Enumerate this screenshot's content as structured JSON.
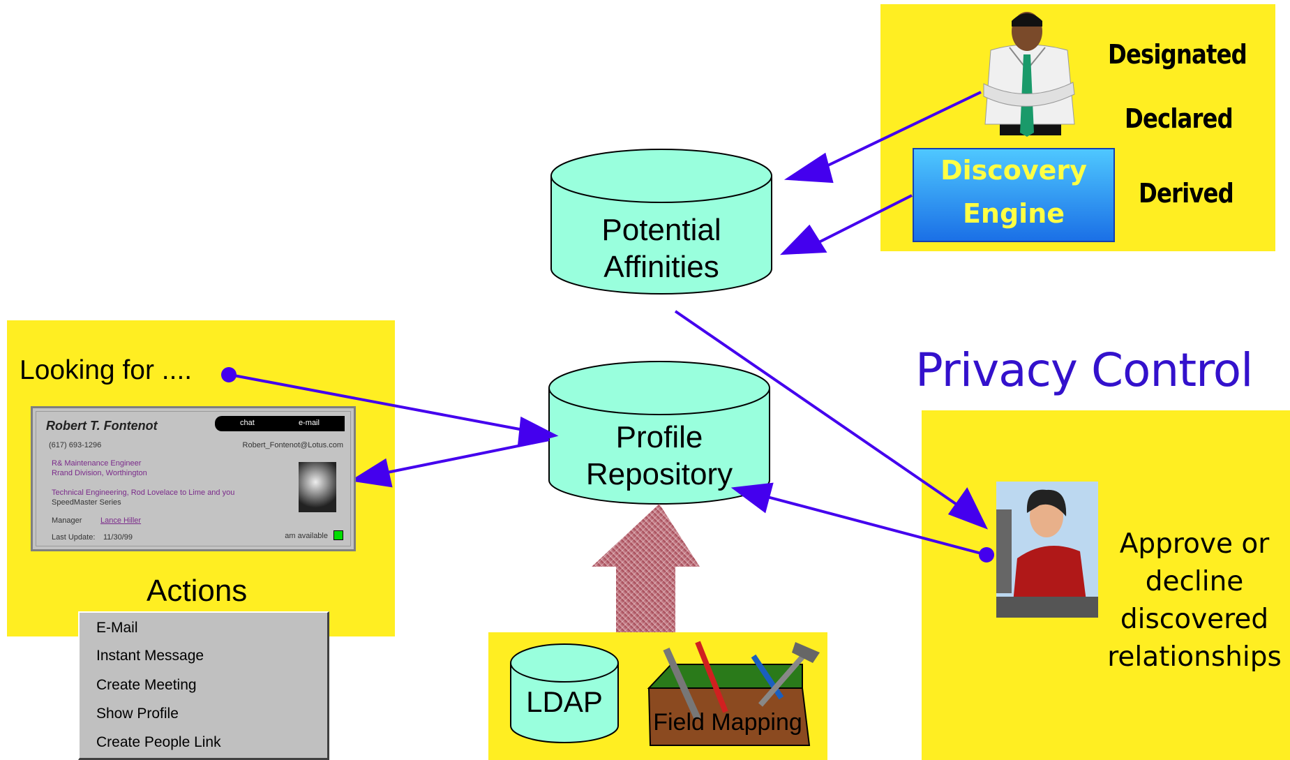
{
  "top_panel": {
    "designated": "Designated",
    "declared": "Declared",
    "derived": "Derived",
    "discovery_line1": "Discovery",
    "discovery_line2": "Engine"
  },
  "cylinders": {
    "potential_line1": "Potential",
    "potential_line2": "Affinities",
    "profile_line1": "Profile",
    "profile_line2": "Repository",
    "ldap": "LDAP"
  },
  "field_mapping": "Field Mapping",
  "left_panel": {
    "looking_for": "Looking for ....",
    "actions": "Actions"
  },
  "card": {
    "name": "Robert T. Fontenot",
    "chat": "chat",
    "email": "e-mail",
    "phone": "(617) 693-1296",
    "address": "Robert_Fontenot@Lotus.com",
    "line1": "R& Maintenance Engineer",
    "line2": "Rrand Division, Worthington",
    "line3": "Technical Engineering, Rod Lovelace to Lime and you",
    "line4": "SpeedMaster Series",
    "manager_label": "Manager",
    "manager_value": "Lance Hiller",
    "update_label": "Last Update:",
    "update_value": "11/30/99",
    "available": "am available"
  },
  "menu": {
    "items": [
      "E-Mail",
      "Instant Message",
      "Create Meeting",
      "Show Profile",
      "Create People Link"
    ]
  },
  "privacy": {
    "title": "Privacy Control",
    "line1": "Approve or",
    "line2": "decline",
    "line3": "discovered",
    "line4": "relationships"
  },
  "colors": {
    "panel": "#ffee22",
    "cylinder": "#99ffdd",
    "arrow": "#4400ee",
    "privacy_title": "#3311cc",
    "discovery_text": "#ffff44"
  }
}
